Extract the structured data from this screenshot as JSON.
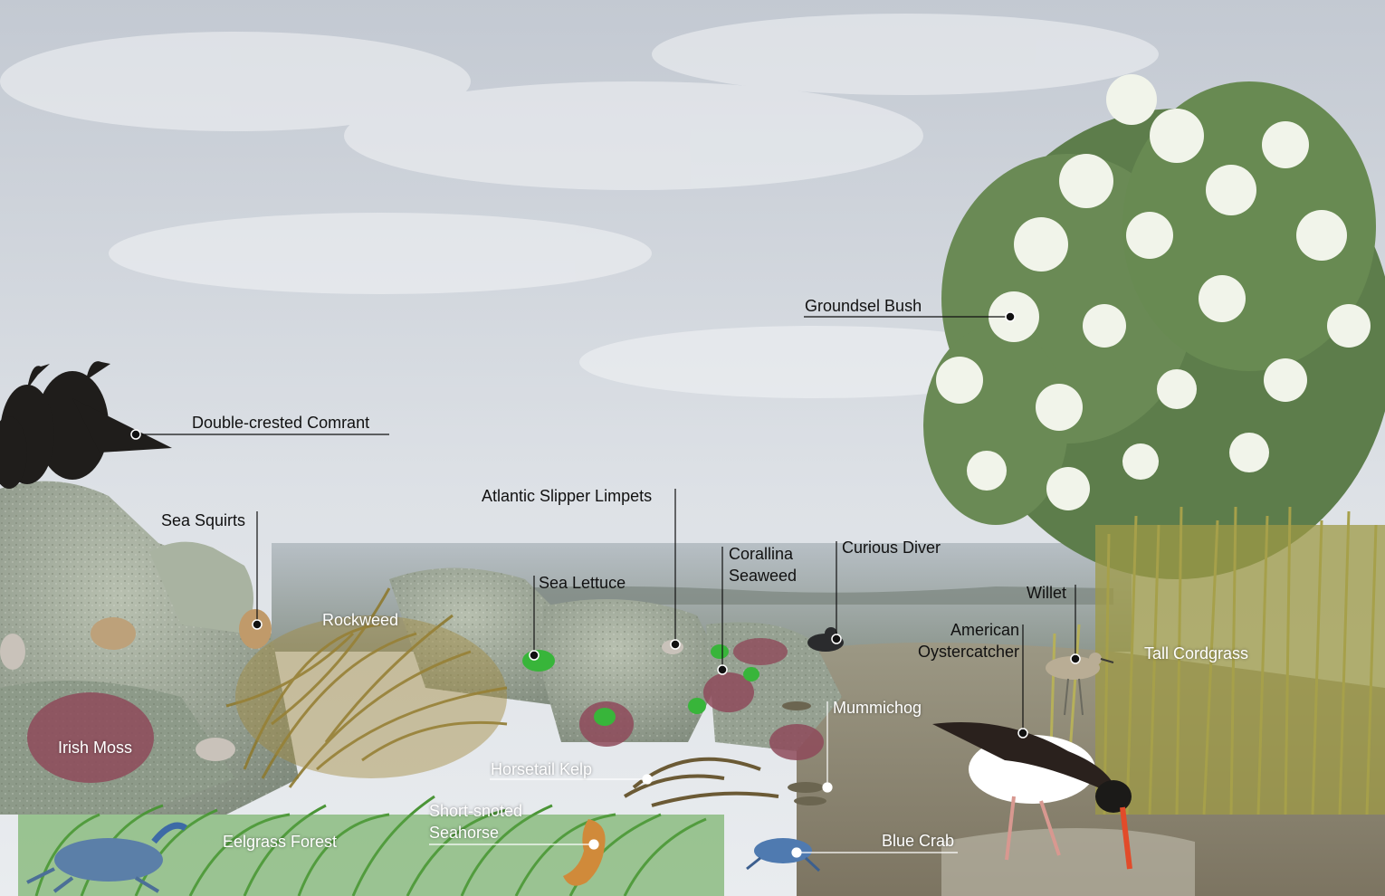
{
  "labels": {
    "double_crested_cormorant": "Double-crested Comrant",
    "sea_squirts": "Sea Squirts",
    "rockweed": "Rockweed",
    "irish_moss": "Irish Moss",
    "atlantic_slipper_limpets": "Atlantic Slipper Limpets",
    "sea_lettuce": "Sea Lettuce",
    "corallina_seaweed_line1": "Corallina",
    "corallina_seaweed_line2": "Seaweed",
    "curious_diver": "Curious Diver",
    "groundsel_bush": "Groundsel Bush",
    "willet": "Willet",
    "american_oystercatcher_line1": "American",
    "american_oystercatcher_line2": "Oystercatcher",
    "tall_cordgrass": "Tall Cordgrass",
    "mummichog": "Mummichog",
    "horsetail_kelp": "Horsetail Kelp",
    "short_snoted_seahorse_line1": "Short-snoted",
    "short_snoted_seahorse_line2": "Seahorse",
    "eelgrass_forest": "Eelgrass Forest",
    "blue_crab": "Blue Crab"
  },
  "colors": {
    "sky_top": "#c9ced6",
    "sky_bottom": "#e7eaee",
    "rock": "#9aa595",
    "rockweed": "#a0863a",
    "eelgrass": "#4f9a3a",
    "bush_leaf": "#5f7f4c",
    "bush_flower": "#f2f4ec",
    "cordgrass": "#a9a24a",
    "mud": "#8b8570",
    "label_line": "#111111"
  }
}
